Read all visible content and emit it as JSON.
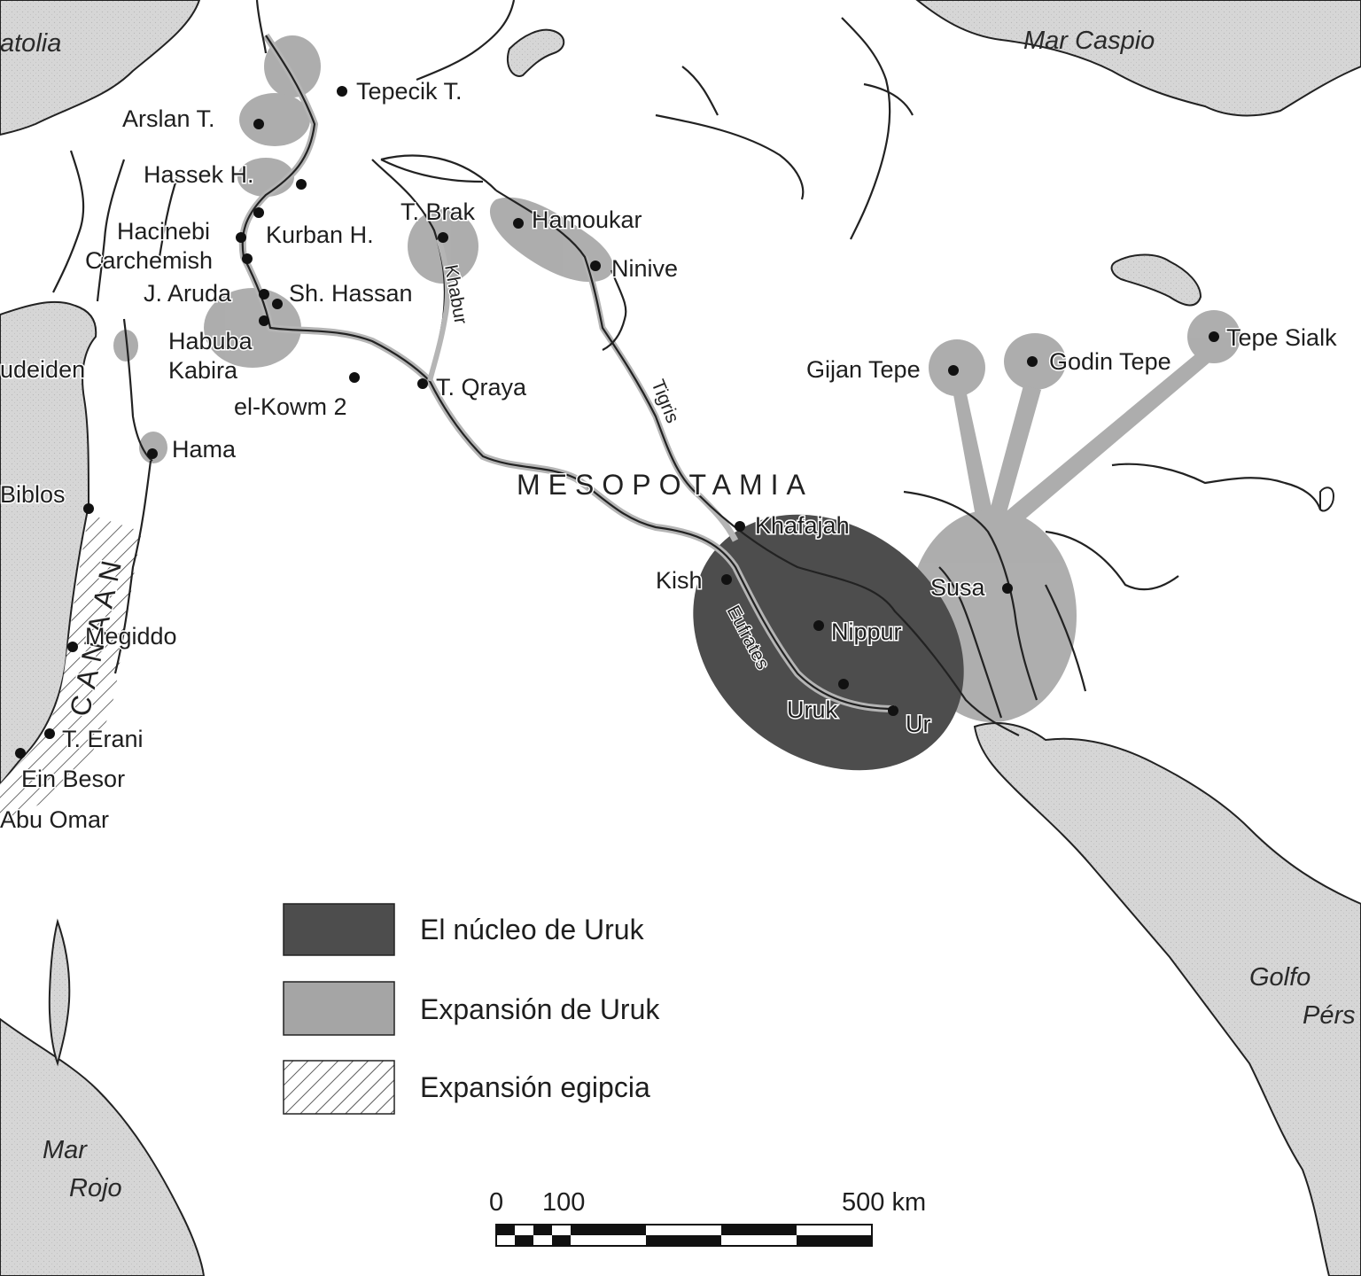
{
  "colors": {
    "land": "#ffffff",
    "sea": "#d6d6d6",
    "core": "#4d4d4d",
    "expansion": "#a5a5a5",
    "river": "#222222"
  },
  "seas": {
    "caspian": "Mar Caspio",
    "red_sea": [
      "Mar",
      "Rojo"
    ],
    "persian_gulf": [
      "Golfo",
      "Pérs"
    ]
  },
  "regions": {
    "anatolia": "atolia",
    "mesopotamia": "MESOPOTAMIA",
    "canaan": "CANAAN"
  },
  "rivers": {
    "khabur": "Khabur",
    "tigris": "Tigris",
    "eufrates": "Eufrates"
  },
  "sites": [
    {
      "name": "Tepecik T."
    },
    {
      "name": "Arslan T."
    },
    {
      "name": "Hassek H."
    },
    {
      "name": "Hacinebi"
    },
    {
      "name": "Kurban H."
    },
    {
      "name": "Carchemish"
    },
    {
      "name": "J. Aruda"
    },
    {
      "name": "Sh. Hassan"
    },
    {
      "name": "Habuba"
    },
    {
      "name": "Kabira"
    },
    {
      "name": "T. Brak"
    },
    {
      "name": "Hamoukar"
    },
    {
      "name": "Ninive"
    },
    {
      "name": "T. Qraya"
    },
    {
      "name": "el-Kowm 2"
    },
    {
      "name": "udeiden"
    },
    {
      "name": "Hama"
    },
    {
      "name": "Biblos"
    },
    {
      "name": "Megiddo"
    },
    {
      "name": "T. Erani"
    },
    {
      "name": "Ein Besor"
    },
    {
      "name": "Abu Omar"
    },
    {
      "name": "Khafajah"
    },
    {
      "name": "Kish"
    },
    {
      "name": "Nippur"
    },
    {
      "name": "Uruk"
    },
    {
      "name": "Ur"
    },
    {
      "name": "Susa"
    },
    {
      "name": "Gijan Tepe"
    },
    {
      "name": "Godin Tepe"
    },
    {
      "name": "Tepe Sialk"
    }
  ],
  "legend": [
    {
      "label": "El núcleo de Uruk"
    },
    {
      "label": "Expansión de Uruk"
    },
    {
      "label": "Expansión egipcia"
    }
  ],
  "scale": {
    "ticks": [
      "0",
      "100",
      "500 km"
    ]
  }
}
